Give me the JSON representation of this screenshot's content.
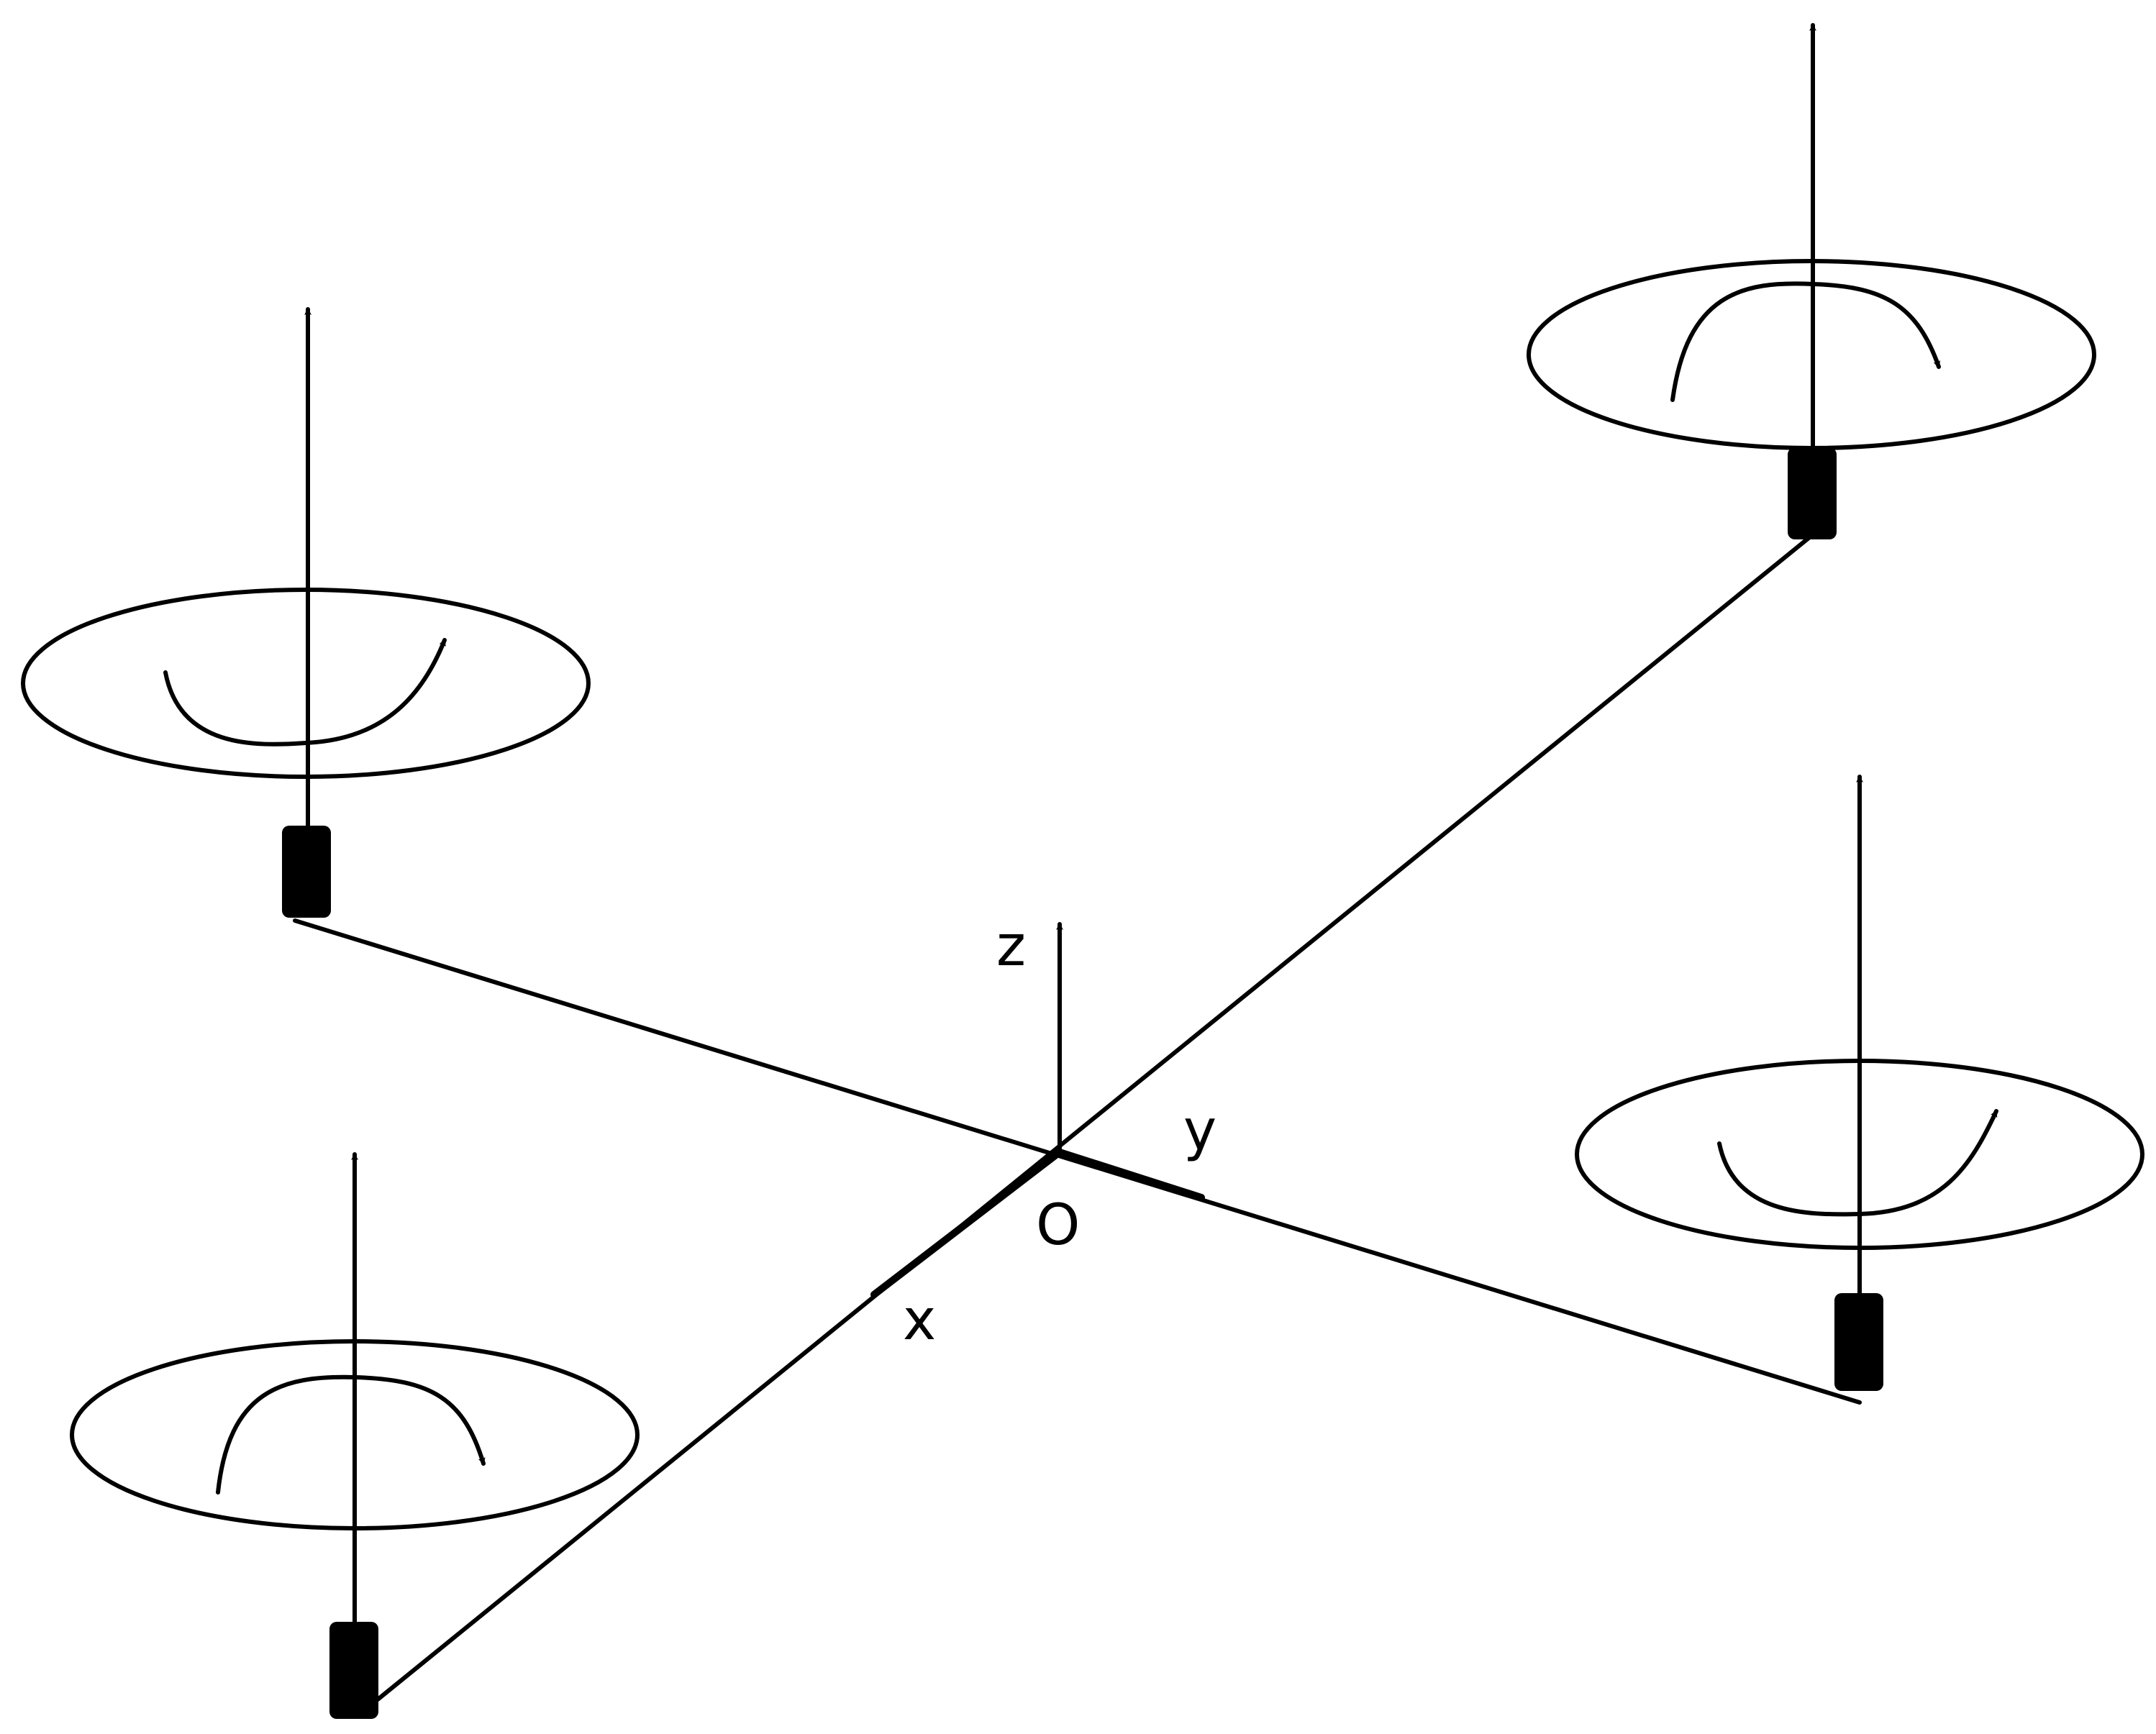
{
  "diagram": {
    "line_color": "#000000",
    "background_color": "#ffffff",
    "axes": {
      "origin_label": "O",
      "x_label": "x",
      "y_label": "y",
      "z_label": "z"
    },
    "rotors": [
      {
        "position": "left",
        "rotation": "counter-clockwise"
      },
      {
        "position": "back-right",
        "rotation": "clockwise"
      },
      {
        "position": "right",
        "rotation": "counter-clockwise"
      },
      {
        "position": "front-left",
        "rotation": "clockwise"
      }
    ]
  }
}
